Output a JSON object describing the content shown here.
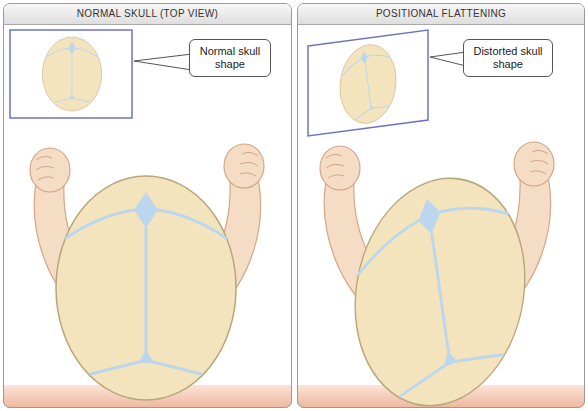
{
  "diagram": {
    "nodes": [
      {
        "text": [
          "NORMAL SKULL (TOP VIEW)"
        ]
      },
      {
        "text": [
          "Normal skull shape"
        ],
        "in": 0
      },
      {
        "text": [
          "POSITIONAL FLATTENING"
        ]
      },
      {
        "text": [
          "Distorted skull shape"
        ],
        "in": 2
      }
    ]
  }
}
